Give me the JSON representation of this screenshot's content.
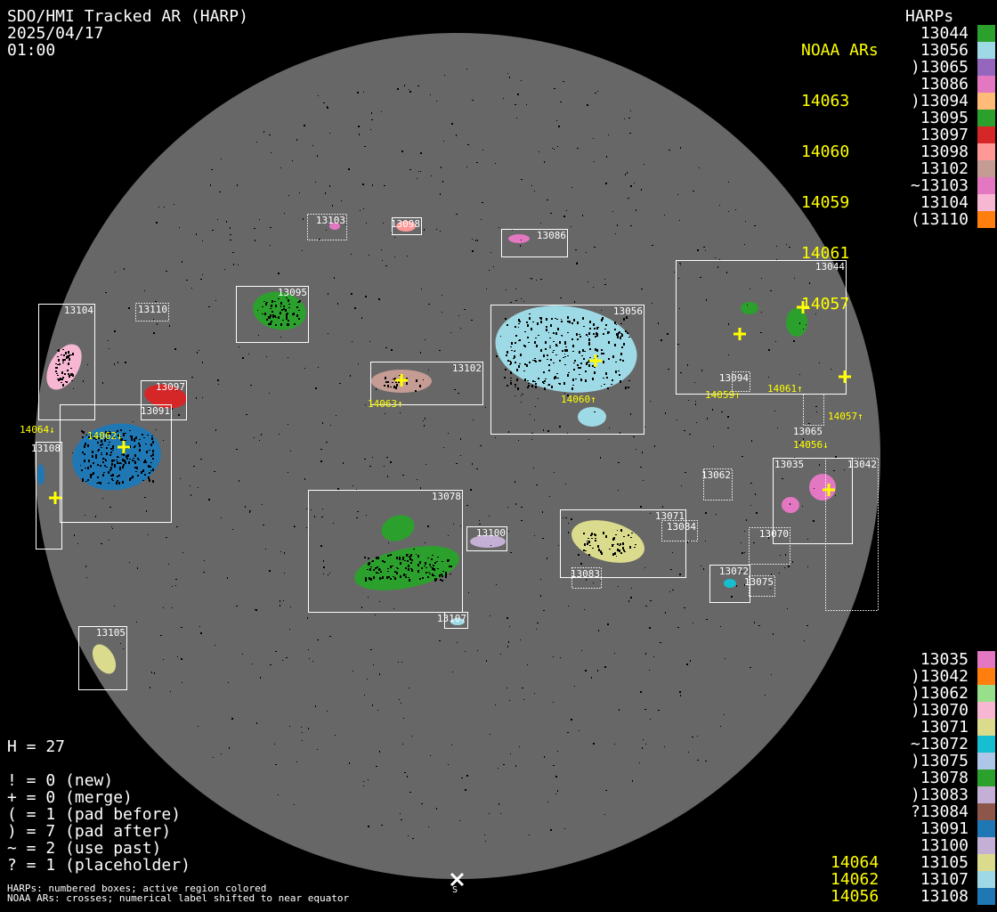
{
  "header": {
    "title": "SDO/HMI Tracked AR (HARP)",
    "date": "2025/04/17",
    "time": "01:00"
  },
  "noaa_header": "NOAA ARs",
  "noaa_top": [
    "14063",
    "14060",
    "14059",
    "14061",
    "14057"
  ],
  "noaa_bottom": [
    "14064",
    "14062",
    "14056"
  ],
  "harps_header": "HARPs",
  "harps_top": [
    {
      "label": "13044",
      "color": "#2ca02c"
    },
    {
      "label": "13056",
      "color": "#9edae5"
    },
    {
      "label": ")13065",
      "color": "#9467bd"
    },
    {
      "label": "13086",
      "color": "#e377c2"
    },
    {
      "label": ")13094",
      "color": "#ffbb78"
    },
    {
      "label": "13095",
      "color": "#2ca02c"
    },
    {
      "label": "13097",
      "color": "#d62728"
    },
    {
      "label": "13098",
      "color": "#ff9896"
    },
    {
      "label": "13102",
      "color": "#c49c94"
    },
    {
      "label": "~13103",
      "color": "#e377c2"
    },
    {
      "label": "13104",
      "color": "#f7b6d2"
    },
    {
      "label": "(13110",
      "color": "#ff7f0e"
    }
  ],
  "harps_bottom": [
    {
      "label": "13035",
      "color": "#e377c2"
    },
    {
      "label": ")13042",
      "color": "#ff7f0e"
    },
    {
      "label": ")13062",
      "color": "#98df8a"
    },
    {
      "label": ")13070",
      "color": "#f7b6d2"
    },
    {
      "label": "13071",
      "color": "#dbdb8d"
    },
    {
      "label": "~13072",
      "color": "#17becf"
    },
    {
      "label": ")13075",
      "color": "#aec7e8"
    },
    {
      "label": "13078",
      "color": "#2ca02c"
    },
    {
      "label": ")13083",
      "color": "#c5b0d5"
    },
    {
      "label": "?13084",
      "color": "#8c564b"
    },
    {
      "label": "13091",
      "color": "#1f77b4"
    },
    {
      "label": "13100",
      "color": "#c5b0d5"
    },
    {
      "label": "13105",
      "color": "#dbdb8d"
    },
    {
      "label": "13107",
      "color": "#9edae5"
    },
    {
      "label": "13108",
      "color": "#1f77b4"
    }
  ],
  "stats": {
    "h": "H = 27",
    "lines": [
      "! = 0 (new)",
      "+ = 0 (merge)",
      "( = 1 (pad before)",
      ") = 7 (pad after)",
      "~ = 2 (use past)",
      "? = 1 (placeholder)"
    ]
  },
  "footer": [
    "HARPs: numbered boxes; active region colored",
    "NOAA ARs: crosses; numerical label shifted to near equator"
  ],
  "south_label": "S",
  "boxes": [
    {
      "id": "13103",
      "style": "dotted"
    },
    {
      "id": "13098",
      "style": "solid"
    },
    {
      "id": "13086",
      "style": "solid"
    },
    {
      "id": "13095",
      "style": "solid"
    },
    {
      "id": "13110",
      "style": "dotted"
    },
    {
      "id": "13104",
      "style": "solid"
    },
    {
      "id": "13044",
      "style": "solid"
    },
    {
      "id": "13056",
      "style": "solid"
    },
    {
      "id": "13102",
      "style": "solid"
    },
    {
      "id": "13097",
      "style": "solid"
    },
    {
      "id": "13091",
      "style": "solid"
    },
    {
      "id": "13108",
      "style": "solid"
    },
    {
      "id": "13094",
      "style": "dotted"
    },
    {
      "id": "13065",
      "style": "dotted"
    },
    {
      "id": "13062",
      "style": "dotted"
    },
    {
      "id": "13035",
      "style": "solid"
    },
    {
      "id": "13042",
      "style": "dotted"
    },
    {
      "id": "13078",
      "style": "solid"
    },
    {
      "id": "13100",
      "style": "solid"
    },
    {
      "id": "13071",
      "style": "solid"
    },
    {
      "id": "13084",
      "style": "dotted"
    },
    {
      "id": "13083",
      "style": "dotted"
    },
    {
      "id": "13070",
      "style": "dotted"
    },
    {
      "id": "13072",
      "style": "solid"
    },
    {
      "id": "13075",
      "style": "dotted"
    },
    {
      "id": "13107",
      "style": "solid"
    },
    {
      "id": "13105",
      "style": "solid"
    }
  ],
  "noaa_markers": [
    "14063↑",
    "14060↑",
    "14059↑",
    "14061↑",
    "14057↑",
    "14056↓",
    "14062↓",
    "14064↓"
  ],
  "colors": {
    "disk": "#676767",
    "background": "#000000",
    "noaa": "#ffff00",
    "box": "#ffffff"
  }
}
